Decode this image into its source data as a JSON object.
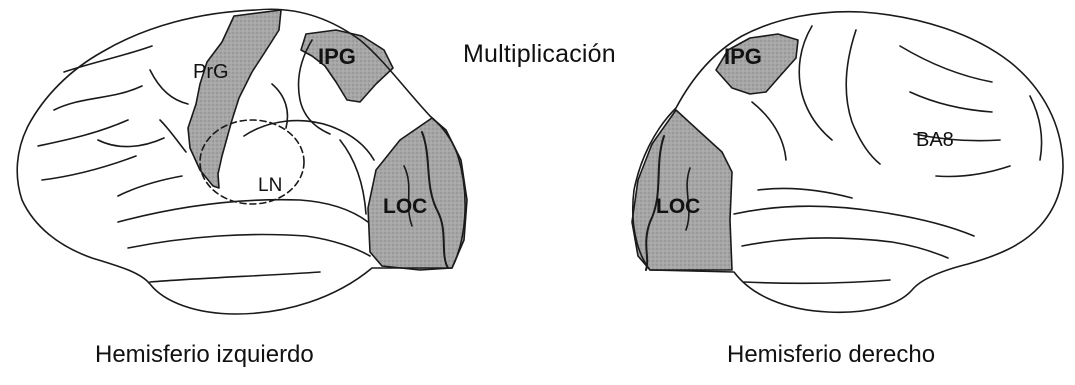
{
  "diagram": {
    "title": "Multiplicación",
    "left_hemisphere": {
      "caption": "Hemisferio izquierdo",
      "labels": {
        "prg": "PrG",
        "ipg": "IPG",
        "ln": "LN",
        "loc": "LOC"
      }
    },
    "right_hemisphere": {
      "caption": "Hemisferio derecho",
      "labels": {
        "ipg": "IPG",
        "ba8": "BA8",
        "loc": "LOC"
      }
    }
  },
  "colors": {
    "outline": "#1a1a1a",
    "region_fill": "#a9a9a9",
    "background": "#ffffff"
  }
}
